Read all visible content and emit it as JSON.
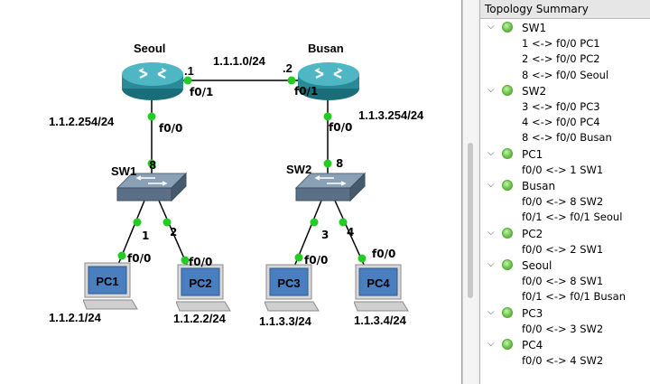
{
  "topology": {
    "routers": [
      {
        "name": "Seoul"
      },
      {
        "name": "Busan"
      }
    ],
    "switches": [
      {
        "name": "SW1"
      },
      {
        "name": "SW2"
      }
    ],
    "pcs": [
      {
        "name": "PC1",
        "ip": "1.1.2.1/24"
      },
      {
        "name": "PC2",
        "ip": "1.1.2.2/24"
      },
      {
        "name": "PC3",
        "ip": "1.1.3.3/24"
      },
      {
        "name": "PC4",
        "ip": "1.1.3.4/24"
      }
    ],
    "labels": {
      "wan_net": "1.1.1.0/24",
      "seoul_dot": ".1",
      "busan_dot": ".2",
      "seoul_f01": "f0/1",
      "busan_f01": "f0/1",
      "seoul_lan_ip": "1.1.2.254/24",
      "busan_lan_ip": "1.1.3.254/24",
      "seoul_f00": "f0/0",
      "busan_f00": "f0/0",
      "sw1_p8": "8",
      "sw2_p8": "8",
      "sw1_p1": "1",
      "sw1_p2": "2",
      "sw2_p3": "3",
      "sw2_p4": "4",
      "pc1_f00": "f0/0",
      "pc2_f00": "f0/0",
      "pc3_f00": "f0/0",
      "pc4_f00": "f0/0"
    },
    "link_color": "#000000",
    "port_dot_color": "#22cc22"
  },
  "summary": {
    "title": "Topology Summary",
    "nodes": [
      {
        "name": "SW1",
        "links": [
          "1 <-> f0/0 PC1",
          "2 <-> f0/0 PC2",
          "8 <-> f0/0 Seoul"
        ]
      },
      {
        "name": "SW2",
        "links": [
          "3 <-> f0/0 PC3",
          "4 <-> f0/0 PC4",
          "8 <-> f0/0 Busan"
        ]
      },
      {
        "name": "PC1",
        "links": [
          "f0/0 <-> 1 SW1"
        ]
      },
      {
        "name": "Busan",
        "links": [
          "f0/0 <-> 8 SW2",
          "f0/1 <-> f0/1 Seoul"
        ]
      },
      {
        "name": "PC2",
        "links": [
          "f0/0 <-> 2 SW1"
        ]
      },
      {
        "name": "Seoul",
        "links": [
          "f0/0 <-> 8 SW1",
          "f0/1 <-> f0/1 Busan"
        ]
      },
      {
        "name": "PC3",
        "links": [
          "f0/0 <-> 3 SW2"
        ]
      },
      {
        "name": "PC4",
        "links": [
          "f0/0 <-> 4 SW2"
        ]
      }
    ],
    "status_icon": "green-status-dot-icon",
    "expand_icon": "chevron-down-icon"
  }
}
